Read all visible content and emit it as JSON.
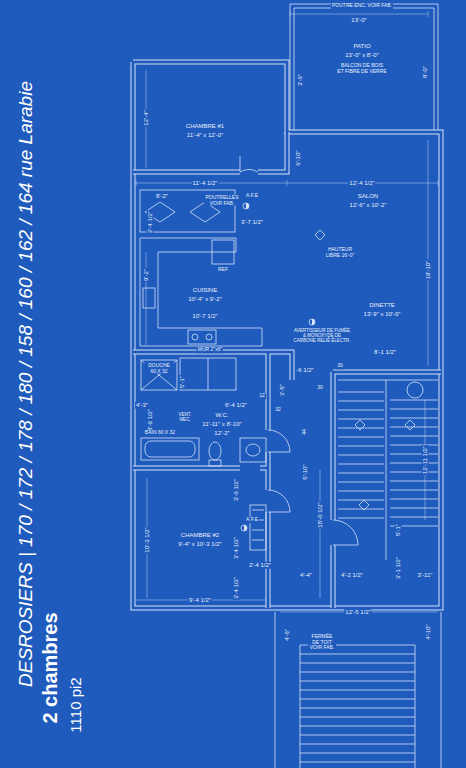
{
  "diagram": {
    "title": "DESROSIERS | 170 / 172 / 178 / 180 / 158 / 160 / 162 / 164 rue Larabie",
    "labels": [
      "POUTRE ENC. VOIR FAB.",
      "13'-0\"",
      "PATIO",
      "13'-0\" x 8'-0\"",
      "BALCON DE BOIS ET FIBRE DE VERRE",
      "8'-0\"",
      "3'-6\"",
      "CHAMBRE #1",
      "11'-4\" x 12'-0\"",
      "12'-4\"",
      "11'-4 1/2\"",
      "12'-4 1/2\"",
      "6'-10\"",
      "POUTRELLES VOIR FAB.",
      "A.F.E",
      "8'-2\"",
      "3'-7 1/2\"",
      "2'-4 1/2\"",
      "SALON",
      "12'-6\" x 10'-2\"",
      "HAUTEUR LIBRE 16'-0\"",
      "REF",
      "CUISINE",
      "10'-4\" x 9'-2\"",
      "9'-2\"",
      "10'-7 1/2\"",
      "19'-10\"",
      "DINETTE",
      "13'-9\" x 10'-0\"",
      "AVERTISSEUR DE FUMÉE & MONOXYDE DE CARBONE RELIÉ ÉLECTR.",
      "MUR 2\"x6\"",
      "8'-1 1/2\"",
      "30",
      "DOUCHE 60 X 32",
      "5'-1\"",
      "4'-3\"",
      "8'-9 1/2\"",
      "6'-4 1/2\"",
      "-6 1/2\"",
      "3'-5\"",
      "VENT. MEC.",
      "W.C.",
      "11'-11\" x 8'-10\"",
      "12'-2\"",
      "12",
      "32",
      "44",
      "30",
      "BAIN 60 X 32",
      "5'-10\"",
      "18'-0 1/2\"",
      "12'-11 1/2\"",
      "3'-6 1/2\"",
      "A.F.E",
      "CHAMBRE #2",
      "9'-4\" x 10'-3 1/2\"",
      "10'-3 1/2\"",
      "9'-4 1/2\"",
      "3'-4 1/2\"",
      "2'-4 1/2\"",
      "3'-4 1/2\"",
      "4'-4\"",
      "4'-2 1/2\"",
      "3'-1 1/2\"",
      "3'-11\"",
      "5'-1\"",
      "12'-5 1/2\"",
      "FERMÉE DE TOIT VOIR FAB.",
      "4'-6\"",
      "4'-10\"",
      "2 chambres",
      "1110 pi2"
    ]
  }
}
